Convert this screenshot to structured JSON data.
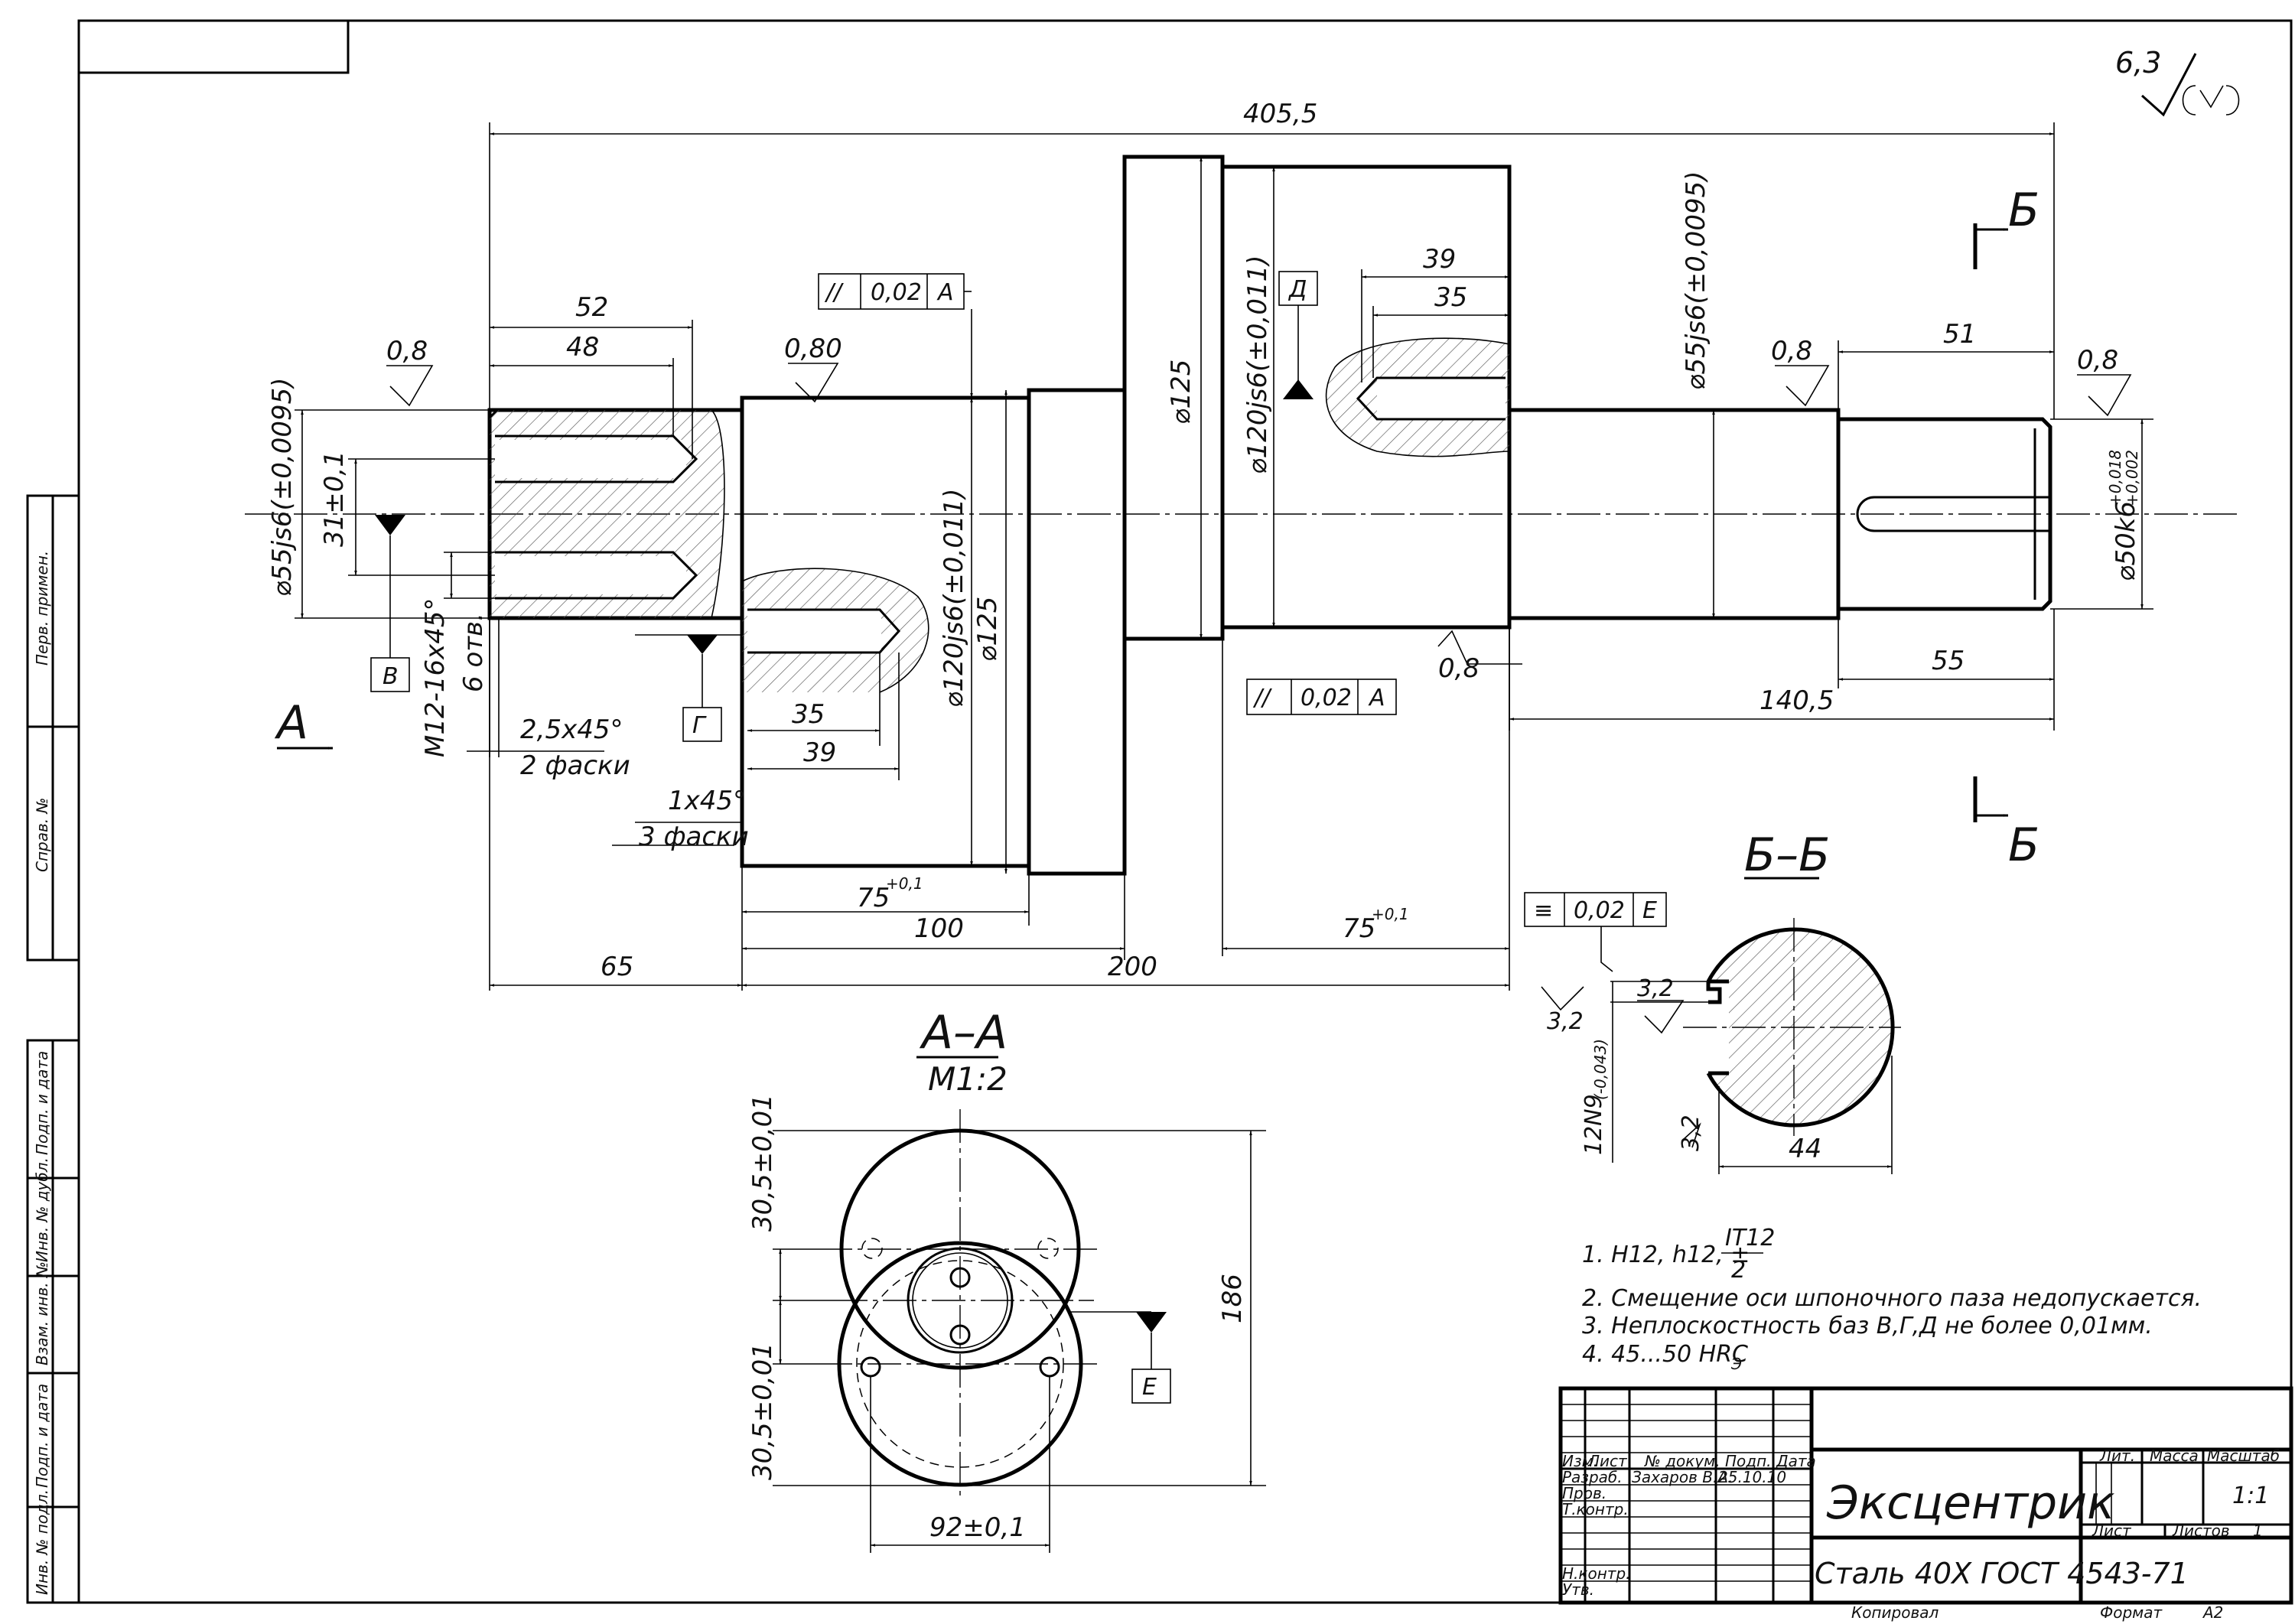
{
  "roughness": {
    "general": "6,3",
    "shaft_left": "0,8",
    "collar": "0,80",
    "flange_bottom": "0,8",
    "shaft_right": "0,8",
    "end": "0,8"
  },
  "dimensions": {
    "overall": "405,5",
    "d52": "52",
    "d48": "48",
    "thread_pos": "31±0,1",
    "dia_left": "⌀55js6(±0,0095)",
    "thread": "M12-16x45°",
    "holes": "6 отв.",
    "chamfer1": "2,5x45°",
    "chamfer1_note": "2 фаски",
    "chamfer2": "1x45°",
    "chamfer2_note": "3 фаски",
    "hole35": "35",
    "hole39": "39",
    "dia120a": "⌀120js6(±0,011)",
    "dia125a": "⌀125",
    "dia125b": "⌀125",
    "dia120b": "⌀120js6(±0,011)",
    "top39": "39",
    "top35": "35",
    "dia55r": "⌀55js6(±0,0095)",
    "d51": "51",
    "d55": "55",
    "dia50": "⌀50k6",
    "dia50_tol_up": "+0,018",
    "dia50_tol_dn": "+0,002",
    "d140": "140,5",
    "d75a": "75",
    "d75a_tol": "+0,1",
    "d100": "100",
    "d75b": "75",
    "d75b_tol": "+0,1",
    "d65": "65",
    "d200": "200"
  },
  "tolerances": {
    "par1_sym": "//",
    "par1_val": "0,02",
    "par1_base": "А",
    "par2_sym": "//",
    "par2_val": "0,02",
    "par2_base": "А",
    "sym_sym": "≡",
    "sym_val": "0,02",
    "sym_base": "Е"
  },
  "datums": {
    "v": "В",
    "g": "Г",
    "d": "Д",
    "e": "Е"
  },
  "views": {
    "a_arrow": "А",
    "b_mark": "Б"
  },
  "section_aa": {
    "title": "А–А",
    "scale": "М1:2",
    "d30a": "30,5±0,01",
    "d30b": "30,5±0,01",
    "d186": "186",
    "d92": "92±0,1"
  },
  "section_bb": {
    "title": "Б–Б",
    "r32a": "3,2",
    "r32b": "3,2",
    "r32c": "3,2",
    "keyway": "12N9",
    "keyway_tol": "(-0,043)",
    "d44": "44"
  },
  "notes": [
    "1. H12, h12, ±",
    "2. Смещение оси шпоночного паза недопускается.",
    "3. Неплоскостность баз В,Г,Д не более 0,01мм.",
    "4. 45...50 HRC"
  ],
  "note1_frac_num": "IT12",
  "note1_frac_den": "2",
  "note4_sub": "Э",
  "side_stamps": [
    "Перв. примен.",
    "Справ. №",
    "Подп. и дата",
    "Инв. № дубл.",
    "Взам. инв. №",
    "Подп. и дата",
    "Инв. № подл."
  ],
  "title_block": {
    "name": "Эксцентрик",
    "material": "Сталь 40Х ГОСТ 4543-71",
    "col_izm": "Изм.",
    "col_list": "Лист",
    "col_docnum": "№ докум.",
    "col_podp": "Подп.",
    "col_data": "Дата",
    "row_razrab": "Разраб.",
    "razrab_name": "Захаров В.А.",
    "razrab_date": "25.10.10",
    "row_prov": "Пров.",
    "row_tkontr": "Т.контр.",
    "row_nkontr": "Н.контр.",
    "row_utv": "Утв.",
    "lit": "Лит.",
    "massa": "Масса",
    "masshtab": "Масштаб",
    "scale_val": "1:1",
    "sheet": "Лист",
    "sheets": "Листов",
    "sheets_val": "1",
    "kopiroval": "Копировал",
    "format": "Формат",
    "format_val": "А2"
  }
}
